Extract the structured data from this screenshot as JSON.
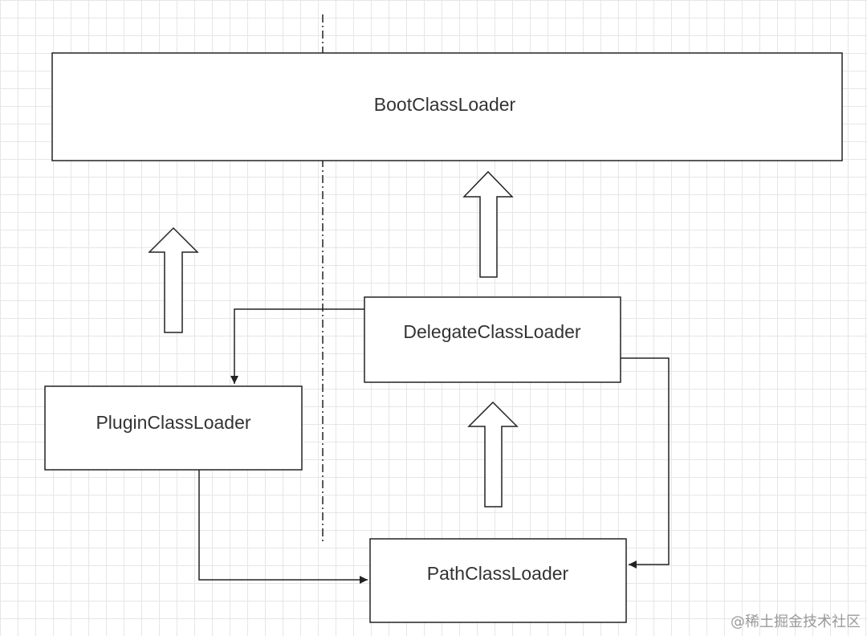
{
  "nodes": {
    "boot": "BootClassLoader",
    "delegate": "DelegateClassLoader",
    "plugin": "PluginClassLoader",
    "path": "PathClassLoader"
  },
  "watermark": "@稀土掘金技术社区",
  "colors": {
    "stroke": "#222222",
    "grid": "#e6e6e6",
    "text": "#333333"
  }
}
